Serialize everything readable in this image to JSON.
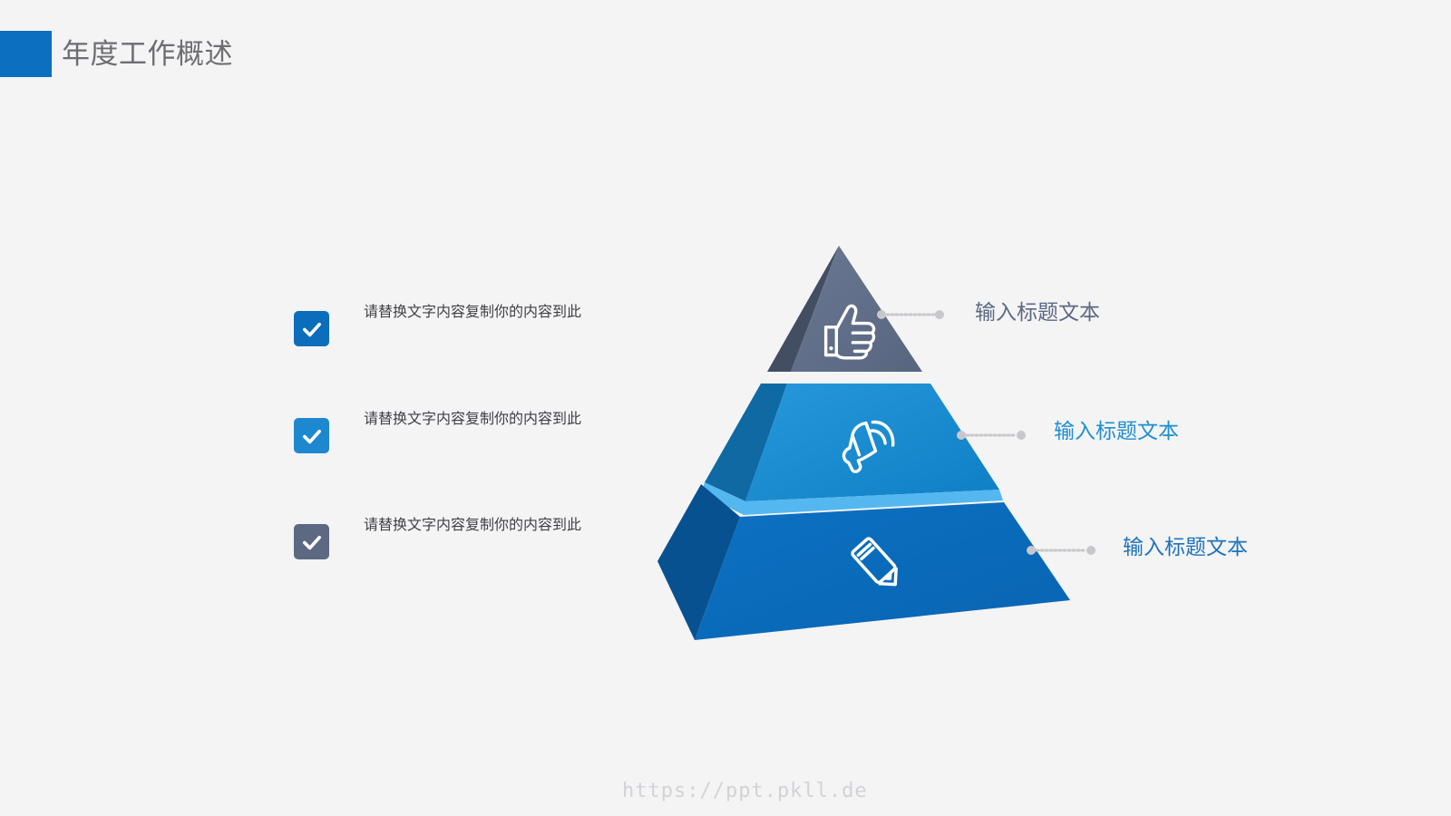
{
  "header": {
    "title": "年度工作概述",
    "accent_color": "#0d6fc0"
  },
  "checklist": [
    {
      "text": "请替换文字内容复制你的内容到此",
      "color": "#0c6dbd",
      "icon": "check-icon"
    },
    {
      "text": "请替换文字内容复制你的内容到此",
      "color": "#1e88cf",
      "icon": "check-icon"
    },
    {
      "text": "请替换文字内容复制你的内容到此",
      "color": "#5d6983",
      "icon": "check-icon"
    }
  ],
  "pyramid": {
    "levels": [
      {
        "label": "输入标题文本",
        "icon": "thumbs-up-icon",
        "label_color": "#5d6983",
        "front_color": "#5c6b86",
        "side_color": "#434e63"
      },
      {
        "label": "输入标题文本",
        "icon": "speaker-icon",
        "label_color": "#1f8fd1",
        "front_color": "#1f8fd1",
        "side_color": "#0f6aa3",
        "top_color": "#55b7ef"
      },
      {
        "label": "输入标题文本",
        "icon": "pencil-icon",
        "label_color": "#1e73bb",
        "front_color": "#0d6fc0",
        "side_color": "#075191",
        "top_color": "#33a7f0"
      }
    ]
  },
  "footer": {
    "url": "https://ppt.pkll.de"
  }
}
